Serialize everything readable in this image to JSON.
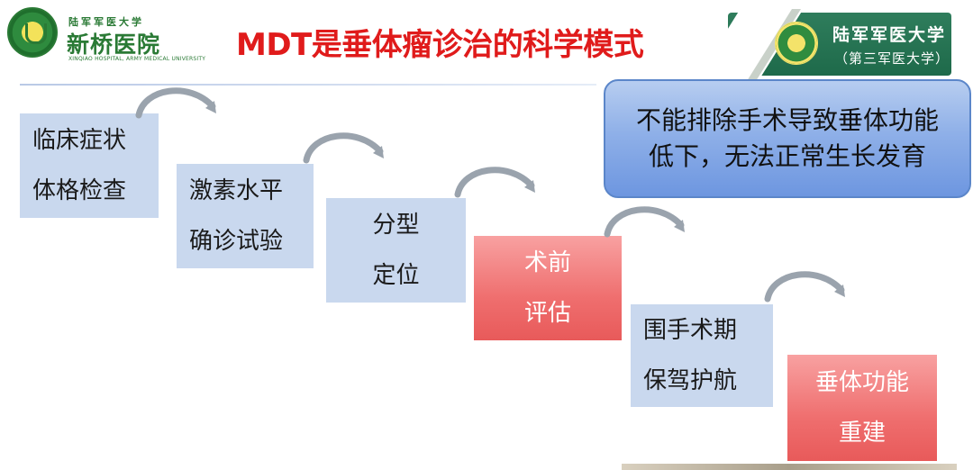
{
  "header": {
    "hospital_small": "陆军军医大学",
    "hospital_name": "新桥医院",
    "hospital_en": "XINQIAO HOSPITAL, ARMY MEDICAL UNIVERSITY",
    "title": "MDT是垂体瘤诊治的科学模式",
    "university_name": "陆军军医大学",
    "university_sub": "（第三军医大学）"
  },
  "steps": [
    {
      "line1": "临床症状",
      "line2": "体格检查"
    },
    {
      "line1": "激素水平",
      "line2": "确诊试验"
    },
    {
      "line1": "分型",
      "line2": "定位"
    },
    {
      "line1": "术前",
      "line2": "评估"
    },
    {
      "line1": "围手术期",
      "line2": "保驾护航"
    },
    {
      "line1": "垂体功能",
      "line2": "重建"
    }
  ],
  "callout": {
    "line1": "不能排除手术导致垂体功能",
    "line2": "低下，无法正常生长发育"
  },
  "colors": {
    "title": "#e01b1b",
    "step_blue": "#c9d8ee",
    "step_red": "#ef6e6e",
    "banner_green": "#1e6a4a",
    "callout_blue": "#8fb0e8"
  }
}
